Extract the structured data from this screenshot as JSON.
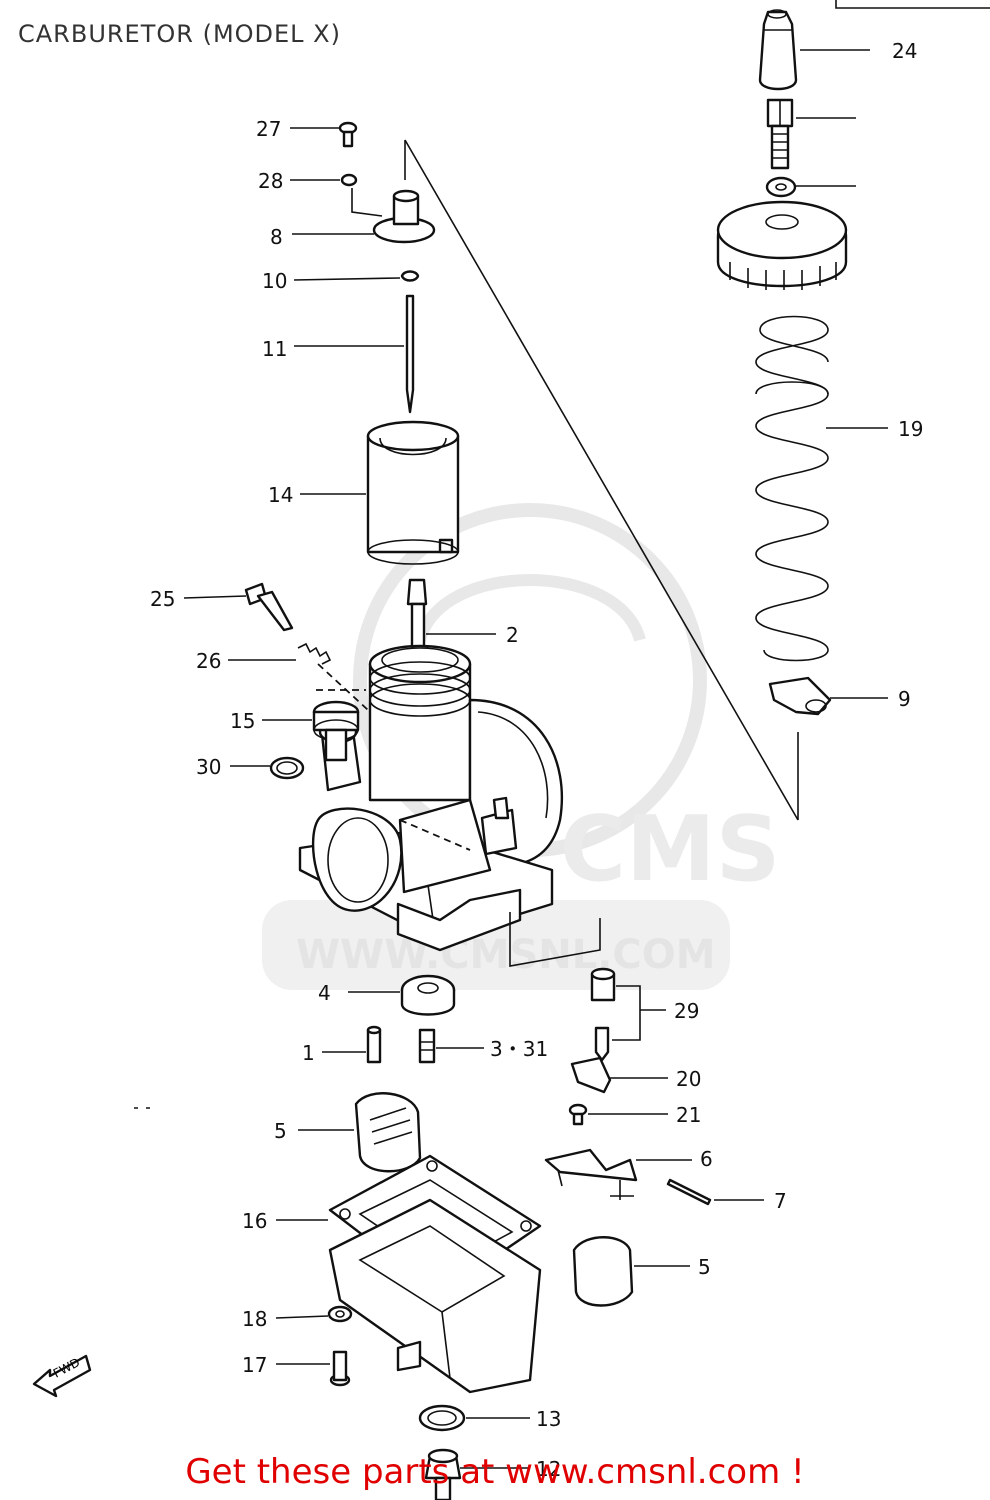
{
  "header": {
    "title": "CARBURETOR (MODEL X)"
  },
  "footer": {
    "text": "Get these parts at www.cmsnl.com !"
  },
  "watermark": {
    "text": "WWW.CMSNL.COM",
    "logo_letters": "CMS"
  },
  "fwd_label": "FWD",
  "callouts": {
    "p24": "24",
    "p27": "27",
    "p28": "28",
    "p8": "8",
    "p10": "10",
    "p11": "11",
    "p14": "14",
    "p19": "19",
    "p25": "25",
    "p2": "2",
    "p26": "26",
    "p9": "9",
    "p15": "15",
    "p30": "30",
    "p4": "4",
    "p29": "29",
    "p1": "1",
    "p3_31": "3・31",
    "p20": "20",
    "p21": "21",
    "p5a": "5",
    "p6": "6",
    "p7": "7",
    "p16": "16",
    "p5b": "5",
    "p18": "18",
    "p17": "17",
    "p13": "13",
    "p12": "12"
  },
  "colors": {
    "line": "#111111",
    "footer": "#e00000",
    "watermark": "#d6d6d6"
  }
}
